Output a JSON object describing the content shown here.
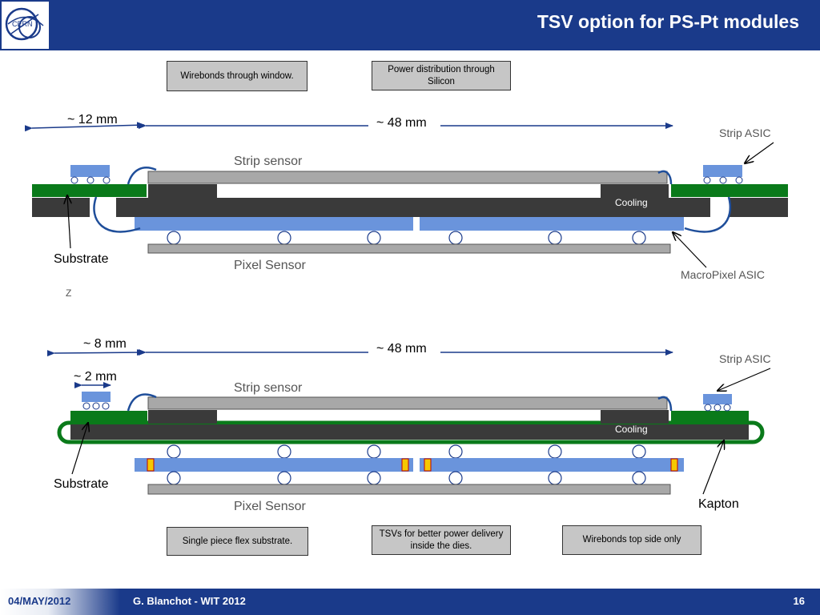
{
  "header": {
    "title": "TSV option for PS-Pt modules",
    "logo_text": "CERN"
  },
  "notes": {
    "wirebonds_window": "Wirebonds through window.",
    "power_distribution": "Power distribution through Silicon",
    "flex_substrate": "Single piece flex substrate.",
    "tsv_power": "TSVs for better power delivery inside the dies.",
    "wirebonds_top": "Wirebonds top side only"
  },
  "top_diagram": {
    "dim_substrate": "~ 12 mm",
    "dim_sensor": "~ 48 mm",
    "strip_asic": "Strip ASIC",
    "strip_sensor": "Strip sensor",
    "cooling": "Cooling",
    "substrate": "Substrate",
    "pixel_sensor": "Pixel Sensor",
    "macropixel_asic": "MacroPixel ASIC",
    "axis": "Z"
  },
  "bottom_diagram": {
    "dim_substrate": "~ 8 mm",
    "dim_sensor": "~ 48 mm",
    "dim_pad": "~ 2 mm",
    "strip_asic": "Strip ASIC",
    "strip_sensor": "Strip sensor",
    "cooling": "Cooling",
    "substrate": "Substrate",
    "pixel_sensor": "Pixel Sensor",
    "kapton": "Kapton"
  },
  "footer": {
    "date": "04/MAY/2012",
    "author": "G. Blanchot - WIT 2012",
    "page": "16"
  },
  "colors": {
    "header": "#1a3a8a",
    "substrate_green": "#0a7a1a",
    "asic_blue": "#6a94dc",
    "cooling_dark": "#3a3a3a",
    "sensor_gray": "#a8a8a8",
    "wirebond": "#1f4e9a",
    "tsv": "#f5c800"
  }
}
